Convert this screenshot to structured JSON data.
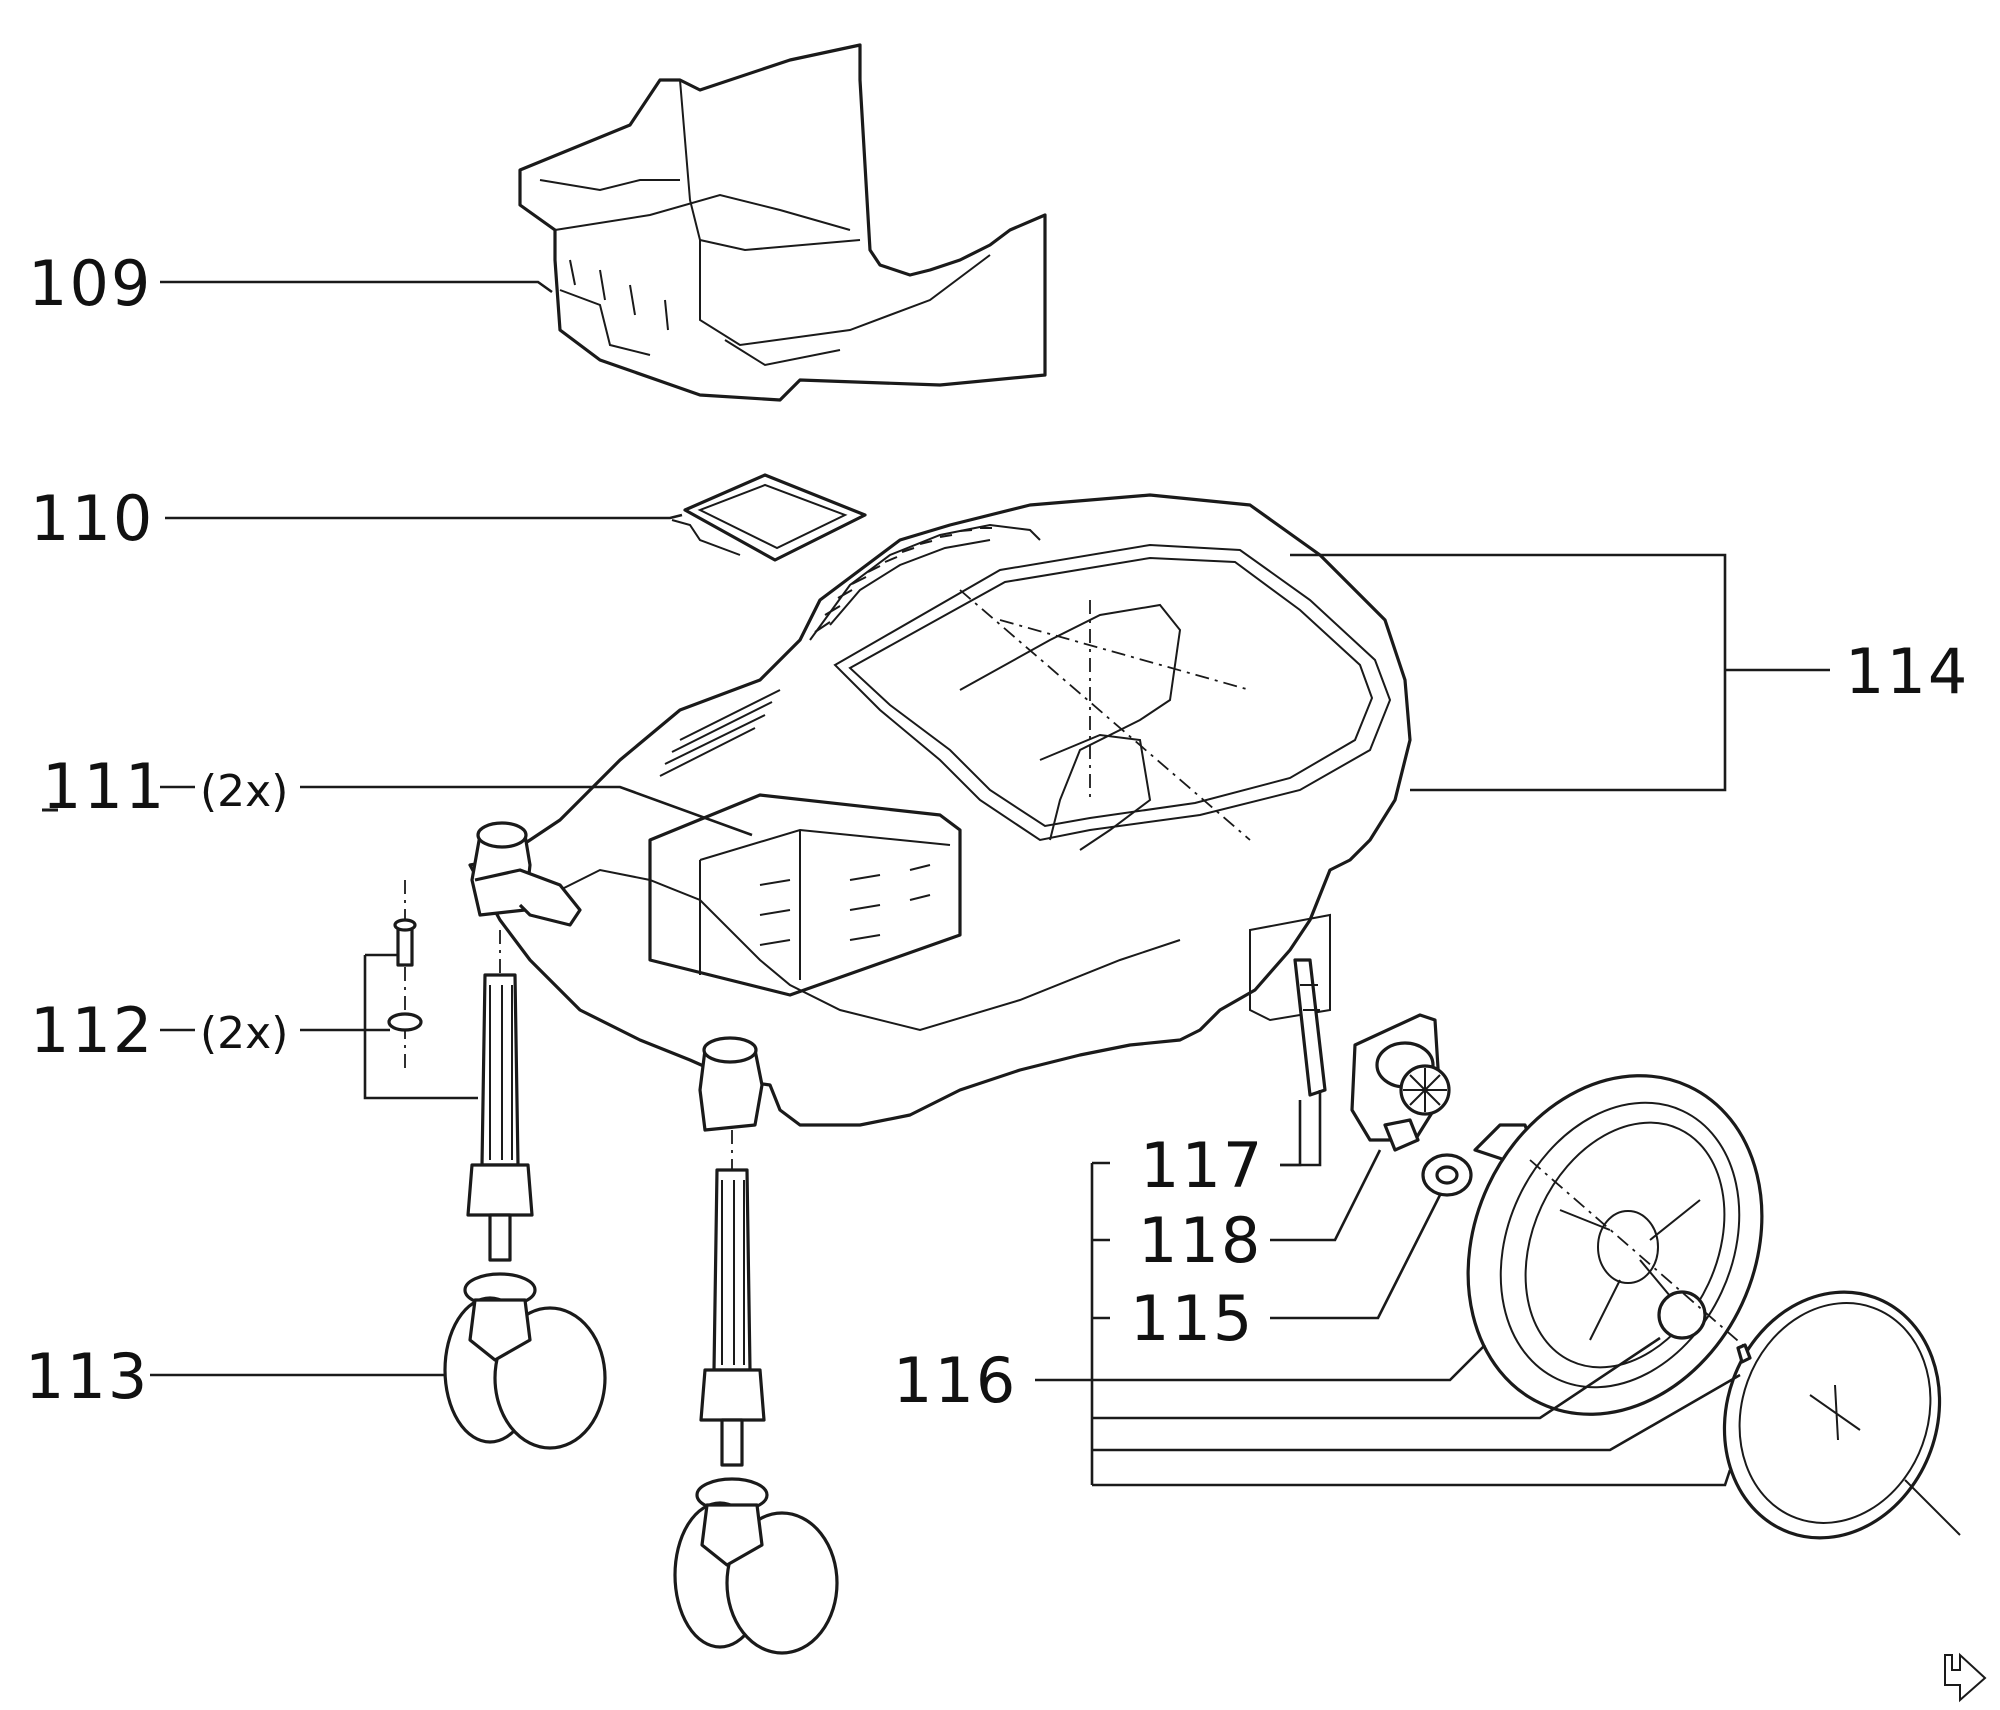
{
  "labels": {
    "p109": "109",
    "p110": "110",
    "p111": "111",
    "p111_qty": "(2x)",
    "p112": "112",
    "p112_qty": "(2x)",
    "p113": "113",
    "p114": "114",
    "p115": "115",
    "p116": "116",
    "p117": "117",
    "p118": "118"
  },
  "icons": {
    "corner_mark": "next-page-arrow-icon"
  }
}
